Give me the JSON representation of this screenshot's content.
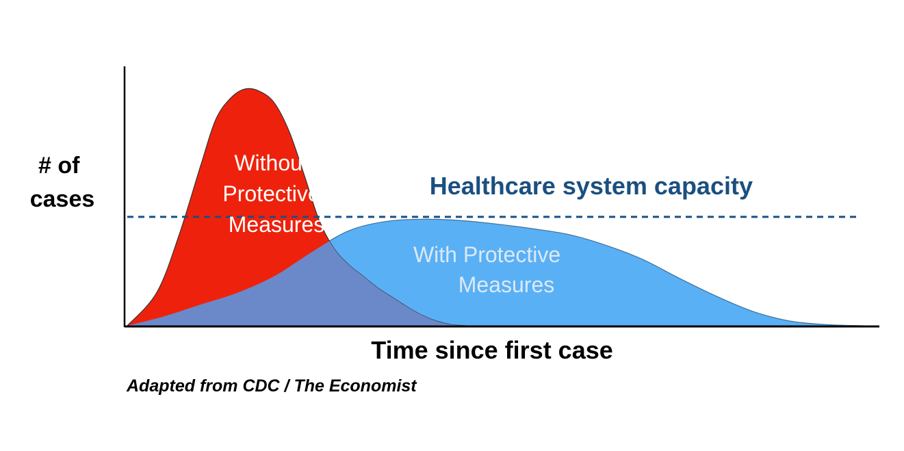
{
  "chart_data": {
    "type": "area",
    "ylabel_lines": [
      "# of",
      "cases"
    ],
    "xlabel": "Time since first case",
    "source": "Adapted from CDC / The Economist",
    "capacity": {
      "label": "Healthcare system capacity",
      "value": 0.46,
      "color": "#1b4f80",
      "style": "dashed"
    },
    "series": [
      {
        "label_lines": [
          "Without",
          "Protective",
          "Measures"
        ],
        "color": "#ee220c",
        "x": [
          0,
          0.04,
          0.07,
          0.1,
          0.12,
          0.14,
          0.16,
          0.18,
          0.2,
          0.22,
          0.24,
          0.26,
          0.28,
          0.3,
          0.32,
          0.34,
          0.36,
          0.38,
          0.4,
          0.42,
          0.44,
          0.46
        ],
        "y": [
          0,
          0.14,
          0.38,
          0.68,
          0.87,
          0.96,
          1.0,
          0.99,
          0.94,
          0.82,
          0.64,
          0.45,
          0.33,
          0.26,
          0.21,
          0.16,
          0.12,
          0.08,
          0.045,
          0.02,
          0.005,
          0
        ]
      },
      {
        "label_lines": [
          "With Protective",
          "Measures"
        ],
        "color": "#5ab0f5",
        "x": [
          0,
          0.05,
          0.1,
          0.15,
          0.2,
          0.25,
          0.3,
          0.35,
          0.4,
          0.45,
          0.5,
          0.55,
          0.6,
          0.65,
          0.7,
          0.75,
          0.8,
          0.85,
          0.9,
          0.95,
          1.0
        ],
        "y": [
          0,
          0.04,
          0.09,
          0.14,
          0.21,
          0.31,
          0.4,
          0.44,
          0.45,
          0.445,
          0.43,
          0.41,
          0.385,
          0.34,
          0.28,
          0.2,
          0.125,
          0.06,
          0.02,
          0.005,
          0
        ]
      }
    ],
    "overlap_color": "#6b88c9",
    "xlim": [
      0,
      1
    ],
    "ylim": [
      0,
      1
    ],
    "grid": false
  }
}
